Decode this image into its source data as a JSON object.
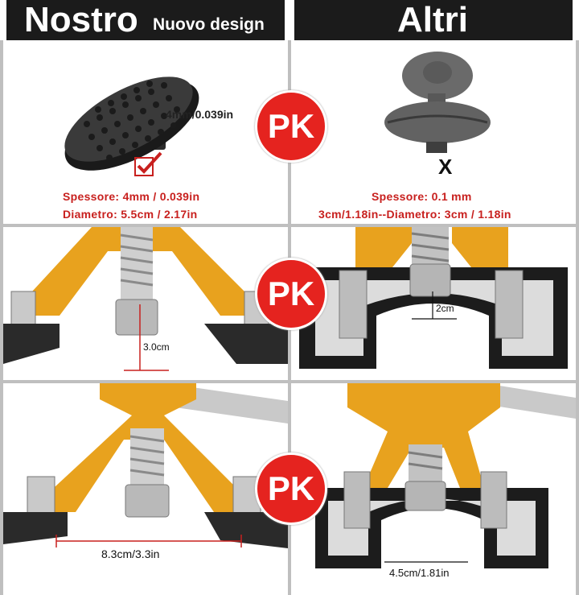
{
  "header": {
    "left_title": "Nostro",
    "left_subtitle": "Nuovo design",
    "right_title": "Altri"
  },
  "badge": {
    "label": "PK"
  },
  "row1": {
    "left": {
      "thickness_callout": "4mm/0.039in",
      "spec_thickness": "Spessore: 4mm / 0.039in",
      "spec_diameter": "Diametro: 5.5cm / 2.17in"
    },
    "right": {
      "mark": "X",
      "spec_thickness": "Spessore: 0.1 mm",
      "spec_diameter": "3cm/1.18in--Diametro: 3cm / 1.18in"
    }
  },
  "row2": {
    "left": {
      "height_callout": "3.0cm"
    },
    "right": {
      "height_callout": "2cm"
    }
  },
  "row3": {
    "left": {
      "width_callout": "8.3cm/3.3in"
    },
    "right": {
      "width_callout": "4.5cm/1.81in"
    }
  },
  "colors": {
    "header_bg": "#1b1b1b",
    "badge_red": "#e5231f",
    "spec_red": "#c8201e",
    "gold": "#e8a21e",
    "divider": "#bfbfbf"
  }
}
